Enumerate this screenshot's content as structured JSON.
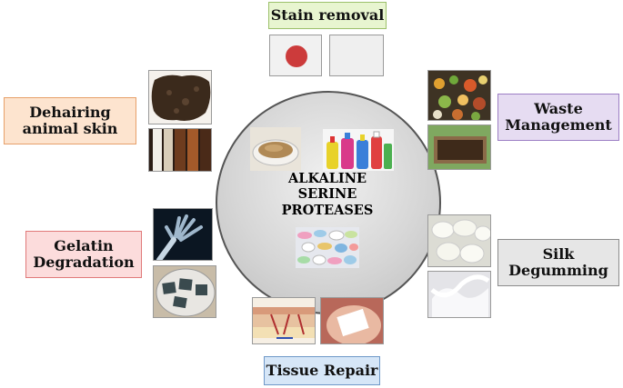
{
  "center": {
    "title": "ALKALINE\nSERINE\nPROTEASES"
  },
  "applications": {
    "stain_removal": "Stain removal",
    "waste_management": "Waste\nManagement",
    "silk_degumming": "Silk\nDegumming",
    "tissue_repair": "Tissue Repair",
    "gelatin_degradation": "Gelatin\nDegradation",
    "dehairing": "Dehairing\nanimal skin"
  },
  "colors": {
    "stain_removal": "#e8f5d0",
    "waste_management": "#e6dcf2",
    "silk_degumming": "#e6e6e6",
    "tissue_repair": "#d6e6f7",
    "gelatin_degradation": "#fcdcdc",
    "dehairing": "#fde4cf"
  }
}
